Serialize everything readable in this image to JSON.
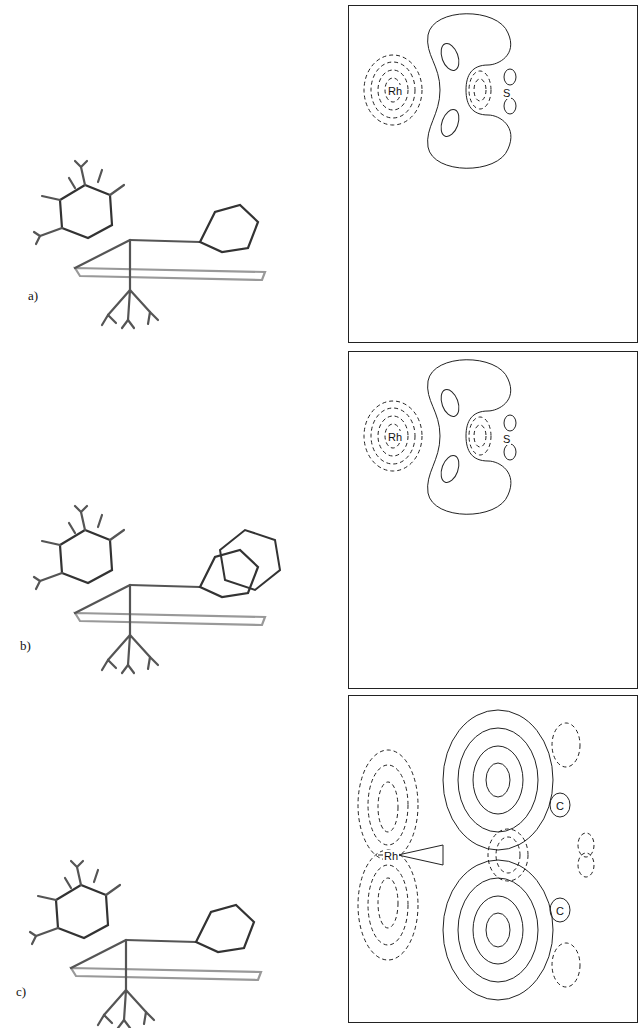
{
  "diagram": {
    "nodes": [
      {
        "text": [
          "Rh",
          "S"
        ]
      },
      {
        "text": [
          "Rh",
          "S"
        ]
      },
      {
        "text": [
          "Rh",
          "C",
          "C"
        ]
      }
    ],
    "labels": [
      "a)",
      "b)",
      "c)"
    ]
  }
}
